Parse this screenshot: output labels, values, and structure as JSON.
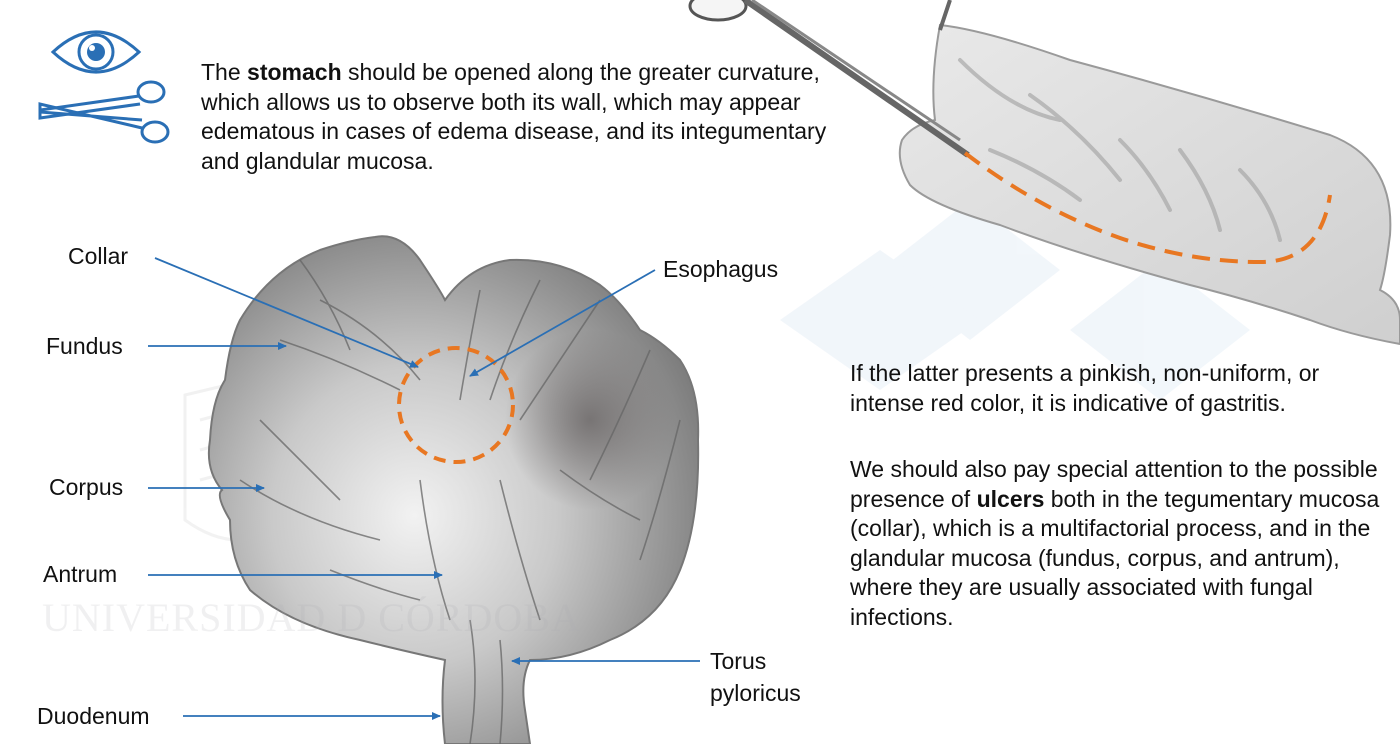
{
  "intro": {
    "before": "The ",
    "bold": "stomach",
    "after": " should be opened along the greater curvature, which allows us to observe both its wall, which may appear edematous in cases of edema disease, and its integumentary and glandular mucosa."
  },
  "paragraph1": "If the latter presents a pinkish, non-uniform, or intense red color, it is indicative of gastritis.",
  "paragraph2": {
    "before": "We should also pay special attention to the possible presence of ",
    "bold": "ulcers",
    "after": " both in the tegumentary mucosa (collar), which is a multifactorial process, and in the glandular mucosa (fundus, corpus, and antrum), where they are usually associated with fungal infections."
  },
  "labels": {
    "collar": "Collar",
    "fundus": "Fundus",
    "corpus": "Corpus",
    "antrum": "Antrum",
    "duodenum": "Duodenum",
    "esophagus": "Esophagus",
    "torus_line1": "Torus",
    "torus_line2": "pyloricus"
  },
  "watermark": "UNIVERSIDAD D  CÓRDOBA",
  "icons": [
    "eye-icon",
    "scissors-icon"
  ],
  "colors": {
    "accent_blue": "#2a6fb5",
    "cut_line_orange": "#e87722",
    "tissue_gray": "#bdbdbd"
  }
}
